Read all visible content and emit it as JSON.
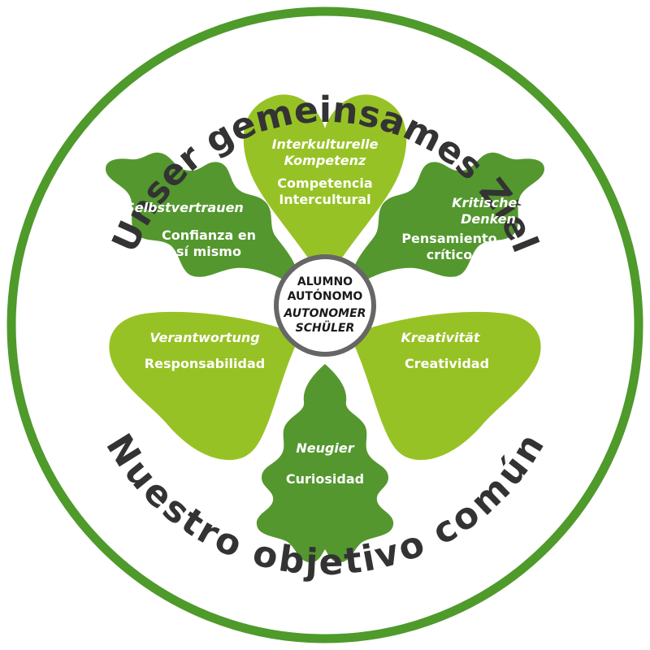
{
  "ring": {
    "top_text": "Unser gemeinsames Ziel",
    "bottom_text": "Nuestro objetivo común"
  },
  "center": {
    "es": "ALUMNO\nAUTÓNOMO",
    "de": "AUTONOMER\nSCHÜLER"
  },
  "petals": {
    "intercultural": {
      "de": "Interkulturelle\nKompetenz",
      "es": "Competencia\nIntercultural"
    },
    "confidence": {
      "de": "Selbstvertrauen",
      "es": "Confianza en\nsí mismo"
    },
    "critical": {
      "de": "Kritisches\nDenken",
      "es": "Pensamiento\ncrítico"
    },
    "responsibility": {
      "de": "Verantwortung",
      "es": "Responsabilidad"
    },
    "creativity": {
      "de": "Kreativität",
      "es": "Creatividad"
    },
    "curiosity": {
      "de": "Neugier",
      "es": "Curiosidad"
    }
  },
  "colors": {
    "ring": "#4e9a2b",
    "dark_leaf": "#54972f",
    "light_leaf": "#97c225",
    "center_border": "#666666",
    "text_dark": "#333333"
  }
}
